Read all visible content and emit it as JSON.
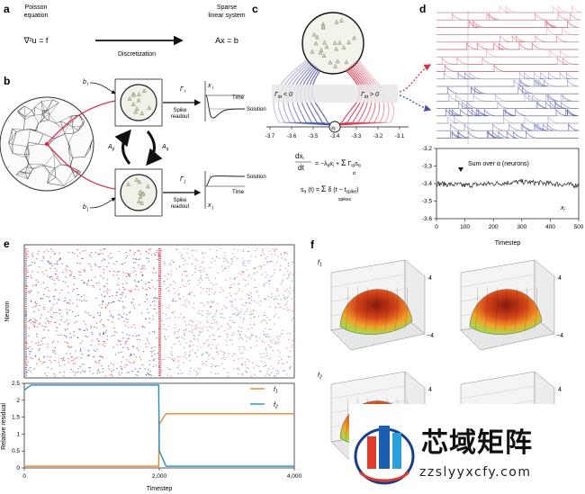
{
  "panel_a": {
    "letter": "a",
    "poisson_label": "Poisson\nequation",
    "poisson_eq": "∇²u = f",
    "discretization": "Discretization",
    "sparse_label": "Sparse\nlinear system",
    "sparse_eq": "Ax = b"
  },
  "panel_b": {
    "letter": "b",
    "b_i": "b_i",
    "b_j": "b_j",
    "A_ji": "A_ji",
    "A_ij": "A_ij",
    "gamma_i": "Γ_i",
    "gamma_j": "Γ_j",
    "spike_readout": "Spike\nreadout",
    "x_i": "x_i",
    "x_j": "x_j",
    "time": "Time",
    "solution": "Solution"
  },
  "panel_c": {
    "letter": "c",
    "gamma_lt": "Γ_iα < 0",
    "gamma_gt": "Γ_iα > 0",
    "node": "x_i",
    "ticks": [
      "-3.7",
      "-3.6",
      "-3.5",
      "-3.4",
      "-3.3",
      "-3.2",
      "-3.1"
    ],
    "eq1_lhs": "dx_i / dt",
    "eq1_rhs": "= −λ_d x_i + Σ_α Γ_iα s_α",
    "eq2": "s_α(t) = Σ_spikes δ(t − t_spike)"
  },
  "panel_d": {
    "letter": "d",
    "annotation": "Sum over α (neurons)",
    "ylabel_var": "x_i",
    "xlabel": "Timestep",
    "yticks": [
      "-3.2",
      "-3.3",
      "-3.4",
      "-3.5",
      "-3.6"
    ],
    "xticks": [
      "0",
      "100",
      "200",
      "300",
      "400",
      "500"
    ]
  },
  "panel_e": {
    "letter": "e",
    "raster_ylabel": "Neuron",
    "residual_ylabel": "Relative residual",
    "xlabel": "Timestep",
    "yticks": [
      "0",
      "0.5",
      "1",
      "1.5",
      "2",
      "2.5"
    ],
    "xticks": [
      "0",
      "2,000",
      "4,000"
    ],
    "legend": [
      "f_1",
      "f_2"
    ]
  },
  "panel_f": {
    "letter": "f",
    "row1": "f_1",
    "row2": "f_2",
    "ztick_top": "4",
    "ztick_bottom": "−4"
  },
  "watermark": {
    "title": "芯域矩阵",
    "url": "zzslyyxcfy.com"
  },
  "colors": {
    "red": "#d7304a",
    "blue": "#4b4fa6",
    "orange": "#e8862a",
    "lightblue": "#2b8cc4"
  },
  "chart_data": [
    {
      "type": "line",
      "title": "",
      "xlabel": "Timestep",
      "ylabel": "x_i",
      "xlim": [
        0,
        500
      ],
      "ylim": [
        -3.6,
        -3.2
      ],
      "series": [
        {
          "name": "",
          "x": [
            0,
            100,
            200,
            300,
            400,
            500
          ],
          "y": [
            -3.4,
            -3.41,
            -3.4,
            -3.39,
            -3.4,
            -3.41
          ]
        }
      ]
    },
    {
      "type": "line",
      "xlabel": "Timestep",
      "ylabel": "Relative residual",
      "xlim": [
        0,
        4000
      ],
      "ylim": [
        0,
        2.5
      ],
      "series": [
        {
          "name": "f_1",
          "x": [
            0,
            100,
            1990,
            2000,
            2100,
            4000
          ],
          "y": [
            0.05,
            0.05,
            0.05,
            1.3,
            1.6,
            1.6
          ]
        },
        {
          "name": "f_2",
          "x": [
            0,
            100,
            1990,
            2000,
            2100,
            4000
          ],
          "y": [
            2.3,
            2.45,
            2.45,
            0.5,
            0.05,
            0.05
          ]
        }
      ]
    }
  ]
}
